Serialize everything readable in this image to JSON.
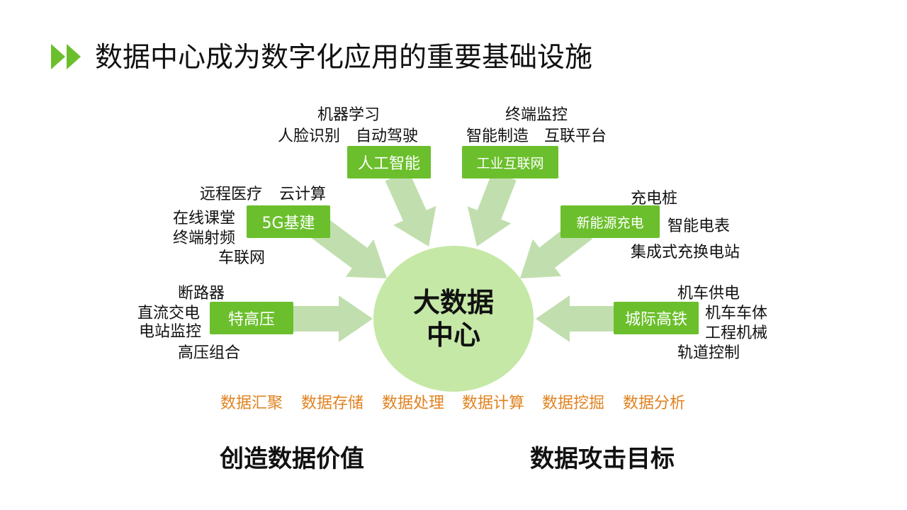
{
  "title": "数据中心成为数字化应用的重要基础设施",
  "hub": {
    "line1": "大数据",
    "line2": "中心"
  },
  "nodes": {
    "ai": {
      "label": "人工智能",
      "items": [
        "机器学习",
        "人脸识别",
        "自动驾驶"
      ]
    },
    "iiot": {
      "label": "工业互联网",
      "items": [
        "终端监控",
        "智能制造",
        "互联平台"
      ]
    },
    "g5": {
      "label": "5G基建",
      "items": [
        "远程医疗",
        "云计算",
        "在线课堂",
        "终端射频",
        "车联网"
      ]
    },
    "nev": {
      "label": "新能源充电",
      "items": [
        "充电桩",
        "智能电表",
        "集成式充换电站"
      ]
    },
    "uhv": {
      "label": "特高压",
      "items": [
        "断路器",
        "直流交电",
        "电站监控",
        "高压组合"
      ]
    },
    "rail": {
      "label": "城际高铁",
      "items": [
        "机车供电",
        "机车车体",
        "工程机械",
        "轨道控制"
      ]
    }
  },
  "functions": [
    "数据汇聚",
    "数据存储",
    "数据处理",
    "数据计算",
    "数据挖掘",
    "数据分析"
  ],
  "bottom": {
    "left": "创造数据价值",
    "right": "数据攻击目标"
  },
  "colors": {
    "accent": "#6bbf2c",
    "hub": "#c5e8a6",
    "arrow": "#c1dfae",
    "function_text": "#e0821f"
  },
  "icons": {
    "title": "double-play-icon"
  }
}
